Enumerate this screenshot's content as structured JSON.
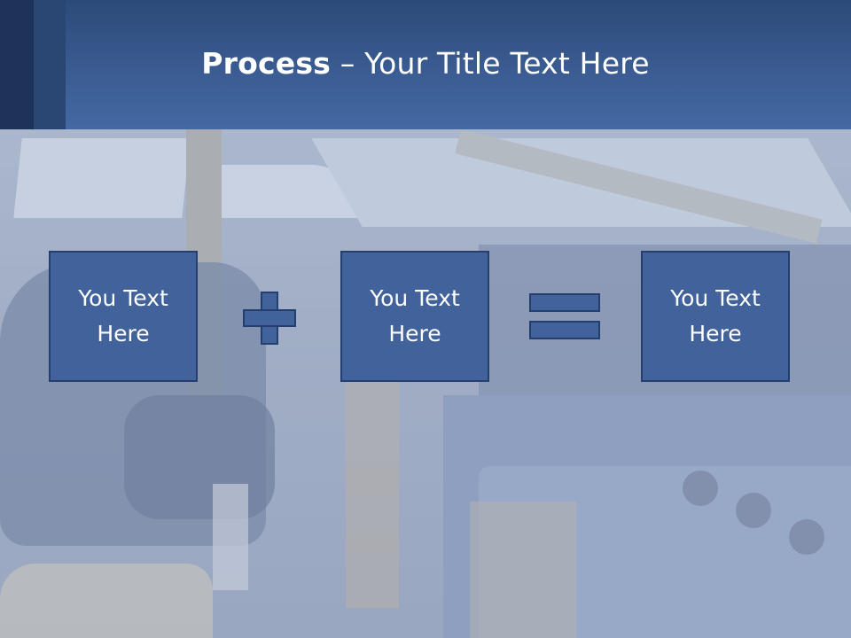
{
  "slide": {
    "title_bold": "Process",
    "title_rest": " – Your Title Text Here"
  },
  "steps": [
    {
      "text": "You Text\nHere"
    },
    {
      "text": "You Text\nHere"
    },
    {
      "text": "You Text\nHere"
    }
  ],
  "operators": [
    "plus-icon",
    "equals-icon"
  ],
  "colors": {
    "header": "#3b5c92",
    "box_fill": "#41629a",
    "box_border": "#243f6d",
    "text": "#ffffff"
  }
}
